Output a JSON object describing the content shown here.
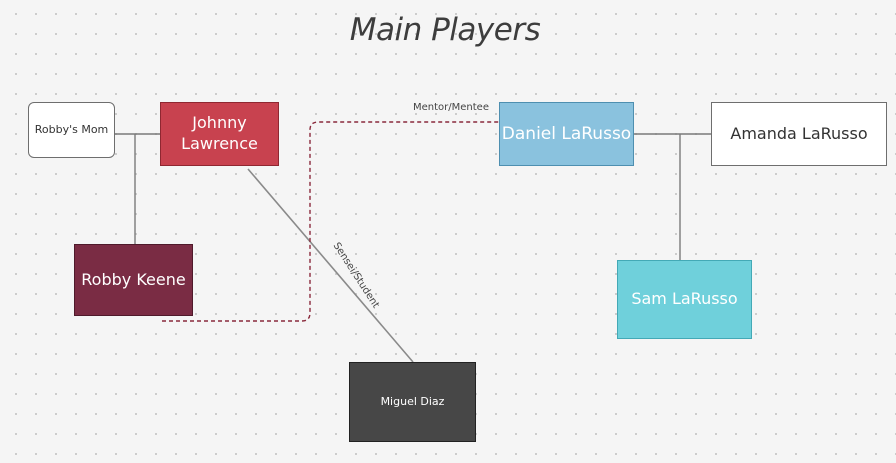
{
  "title": "Main Players",
  "nodes": {
    "robbys_mom": "Robby's Mom",
    "johnny": "Johnny Lawrence",
    "robby": "Robby Keene",
    "daniel": "Daniel LaRusso",
    "amanda": "Amanda LaRusso",
    "sam": "Sam LaRusso",
    "miguel": "Miguel Diaz"
  },
  "edge_labels": {
    "mentor": "Mentor/Mentee",
    "sensei": "Sensei/Student"
  },
  "colors": {
    "johnny": "#c8424f",
    "robby": "#7a2c44",
    "daniel": "#8ac2de",
    "sam": "#6fd0db",
    "miguel": "#474747",
    "mentor_line": "#8a2a3c"
  }
}
